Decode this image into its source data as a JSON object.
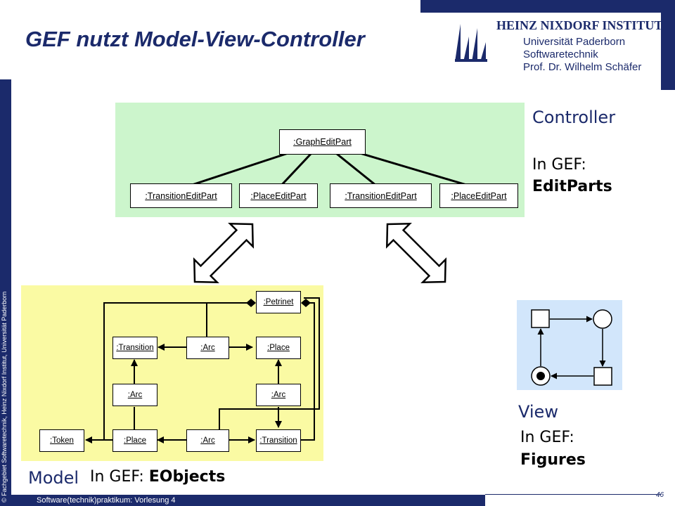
{
  "header": {
    "title": "GEF nutzt Model-View-Controller",
    "logo_lines": [
      "HEINZ NIXDORF INSTITUT",
      "Universität Paderborn",
      "Softwaretechnik",
      "Prof. Dr. Wilhelm Schäfer"
    ]
  },
  "sidebar_text": "© Fachgebiet Softwaretechnik, Heinz Nixdorf Institut, Universität Paderborn",
  "controller": {
    "heading": "Controller",
    "gef_prefix": "In GEF:",
    "gef_term": "EditParts",
    "root": ":GraphEditPart",
    "children": [
      ":TransitionEditPart",
      ":PlaceEditPart",
      ":TransitionEditPart",
      ":PlaceEditPart"
    ]
  },
  "model": {
    "heading": "Model",
    "gef_prefix": "In GEF:",
    "gef_term": "EObjects",
    "objects": {
      "petrinet": ":Petrinet",
      "transition_top": ":Transition",
      "arc_top": ":Arc",
      "place_top": ":Place",
      "arc_left": ":Arc",
      "arc_right": ":Arc",
      "token": ":Token",
      "place_bottom": ":Place",
      "arc_bottom": ":Arc",
      "transition_bottom": ":Transition"
    }
  },
  "view": {
    "heading": "View",
    "gef_prefix": "In GEF:",
    "gef_term": "Figures"
  },
  "footer": {
    "course": "Software(technik)praktikum: Vorlesung 4",
    "page": "46"
  },
  "colors": {
    "navy": "#1b2a6b",
    "controller_bg": "#ccf5cc",
    "model_bg": "#fafaa3",
    "view_bg": "#d2e6fb"
  }
}
